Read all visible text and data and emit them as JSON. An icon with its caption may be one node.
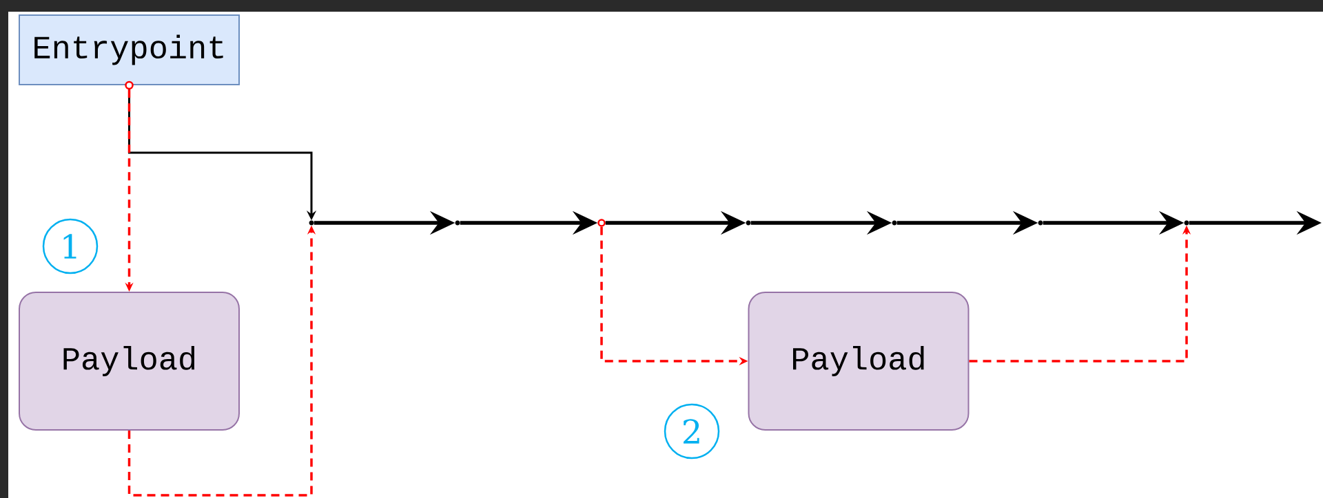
{
  "diagram": {
    "nodes": [
      {
        "text": [
          "Entrypoint"
        ]
      },
      {
        "text": [
          "Payload"
        ]
      },
      {
        "text": [],
        "shape": "point"
      },
      {
        "text": [],
        "shape": "point"
      },
      {
        "text": [],
        "shape": "circle"
      },
      {
        "text": [],
        "shape": "point"
      },
      {
        "text": [],
        "shape": "point"
      },
      {
        "text": [],
        "shape": "point"
      },
      {
        "text": [],
        "shape": "point"
      },
      {
        "text": [
          "Payload"
        ]
      }
    ],
    "edges": [
      {
        "from": 0,
        "to": 2,
        "arrow": "to"
      },
      {
        "from": 0,
        "to": 1,
        "arrow": "to",
        "style": "dashed",
        "color": "#ff0000"
      },
      {
        "from": 1,
        "to": 2,
        "arrow": "to",
        "style": "dashed",
        "color": "#ff0000"
      },
      {
        "from": 2,
        "to": 3,
        "arrow": "to"
      },
      {
        "from": 3,
        "to": 4,
        "arrow": "to"
      },
      {
        "from": 4,
        "to": 5,
        "arrow": "to"
      },
      {
        "from": 5,
        "to": 6,
        "arrow": "to"
      },
      {
        "from": 6,
        "to": 7,
        "arrow": "to"
      },
      {
        "from": 7,
        "to": 8,
        "arrow": "to"
      },
      {
        "from": 8,
        "to": null,
        "arrow": "to"
      },
      {
        "from": 4,
        "to": 9,
        "arrow": "to",
        "style": "dashed",
        "color": "#ff0000"
      },
      {
        "from": 9,
        "to": 8,
        "arrow": "to",
        "style": "dashed",
        "color": "#ff0000"
      }
    ],
    "labels": [
      "1",
      "2"
    ]
  }
}
